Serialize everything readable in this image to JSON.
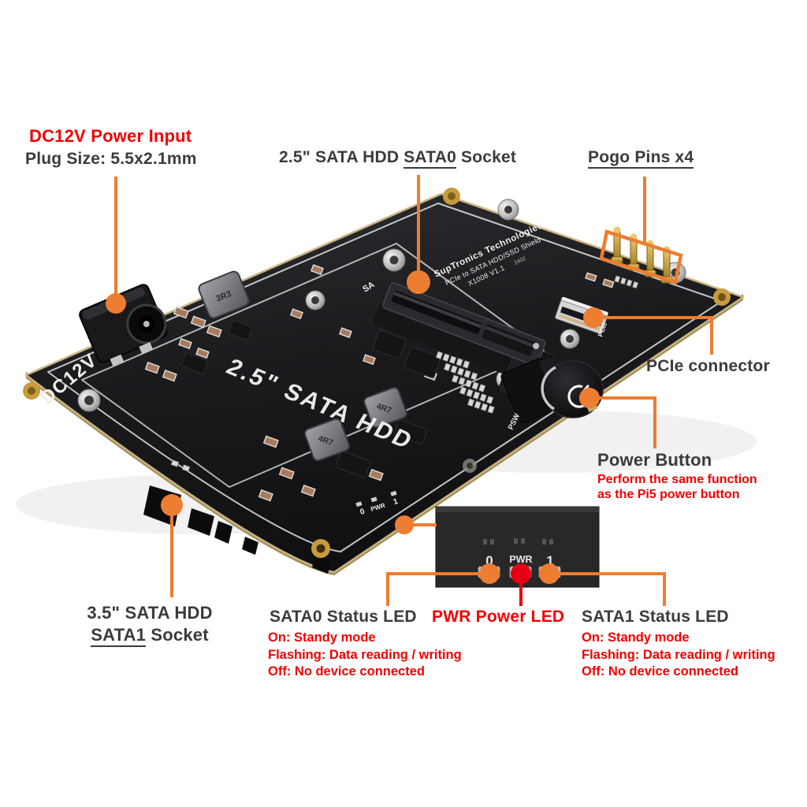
{
  "colors": {
    "accent_orange": "#ED7D31",
    "led_red": "#E60012",
    "label_red": "#F20000",
    "label_dark": "#3B3B3B",
    "board_black": "#1A1A1D",
    "board_edge_gold": "#C9B37E",
    "silkscreen_white": "#F2F2F2"
  },
  "callouts": {
    "dc12v": {
      "title": "DC12V Power Input",
      "subtitle": "Plug Size: 5.5x2.1mm"
    },
    "sata0_socket": {
      "prefix": "2.5\" SATA HDD ",
      "underlined": "SATA0",
      "suffix": " Socket"
    },
    "pogo_pins": {
      "label": "Pogo Pins x4"
    },
    "pcie": {
      "label": "PCIe connector"
    },
    "power_button": {
      "label": "Power Button",
      "note_line1": "Perform the same function",
      "note_line2": "as the Pi5 power button"
    },
    "sata1_socket": {
      "line1": "3.5\" SATA HDD",
      "underlined": "SATA1",
      "suffix": " Socket"
    },
    "sata0_led": {
      "label": "SATA0 Status LED",
      "status": [
        "On: Standy mode",
        "Flashing: Data reading / writing",
        "Off: No device connected"
      ]
    },
    "pwr_led": {
      "label": "PWR Power LED"
    },
    "sata1_led": {
      "label": "SATA1 Status LED",
      "status": [
        "On: Standy mode",
        "Flashing: Data reading / writing",
        "Off: No device connected"
      ]
    }
  },
  "silkscreen": {
    "dc12v": "DC12V",
    "brand": "SupTronics Technologies",
    "product": "PCIe to SATA HDD/SSD Shield",
    "model": "X1008 V1.1",
    "model_note": "2402",
    "hdd_label": "2.5\" SATA HDD",
    "sata_prefix": "SA",
    "psw": "PSW",
    "pcie": "PCIe",
    "ind_3r3": "3R3",
    "ind_4r7": "4R7",
    "led_zero": "0",
    "led_pwr": "PWR",
    "led_one": "1"
  }
}
